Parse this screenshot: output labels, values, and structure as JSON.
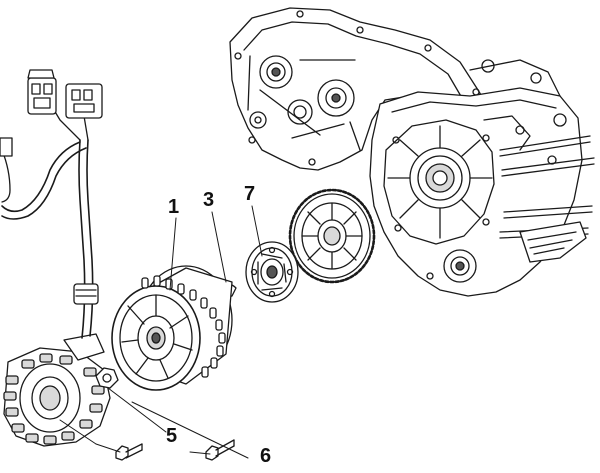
{
  "callouts": {
    "flywheel": "1",
    "key": "3",
    "freewheel": "7",
    "nut": "5",
    "screw": "6"
  },
  "colors": {
    "line": "#1a1a1a",
    "fill": "#ffffff",
    "shade": "#d9d9d9",
    "dark": "#555555"
  }
}
